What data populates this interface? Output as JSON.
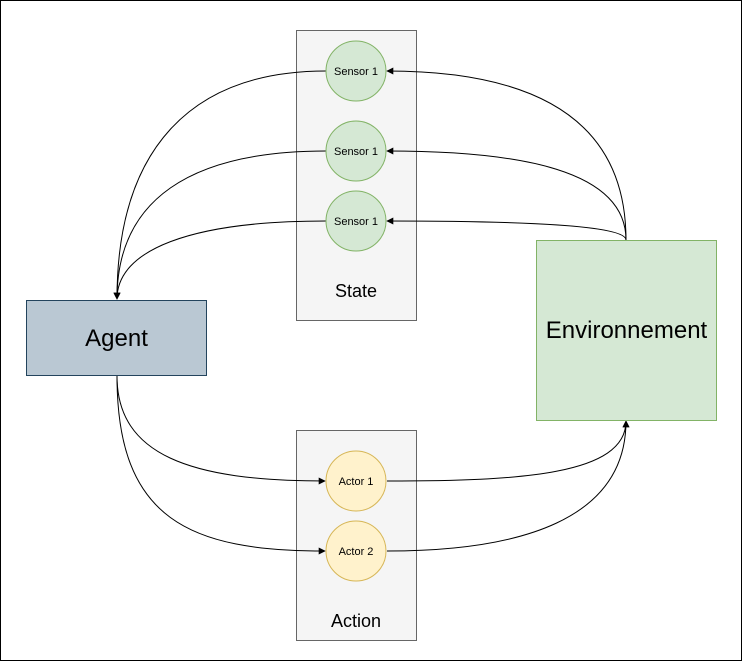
{
  "agent": {
    "label": "Agent"
  },
  "environment": {
    "label": "Environnement"
  },
  "state": {
    "label": "State",
    "sensors": [
      "Sensor 1",
      "Sensor 1",
      "Sensor 1"
    ]
  },
  "action": {
    "label": "Action",
    "actors": [
      "Actor 1",
      "Actor 2"
    ]
  },
  "colors": {
    "agent_fill": "#bac8d3",
    "agent_stroke": "#23445d",
    "environment_fill": "#d5e8d4",
    "environment_stroke": "#82b366",
    "group_fill": "#f5f5f5",
    "group_stroke": "#666666",
    "sensor_fill": "#d5e8d4",
    "sensor_stroke": "#82b366",
    "actor_fill": "#fff2cc",
    "actor_stroke": "#d6b656",
    "edge": "#000000"
  }
}
